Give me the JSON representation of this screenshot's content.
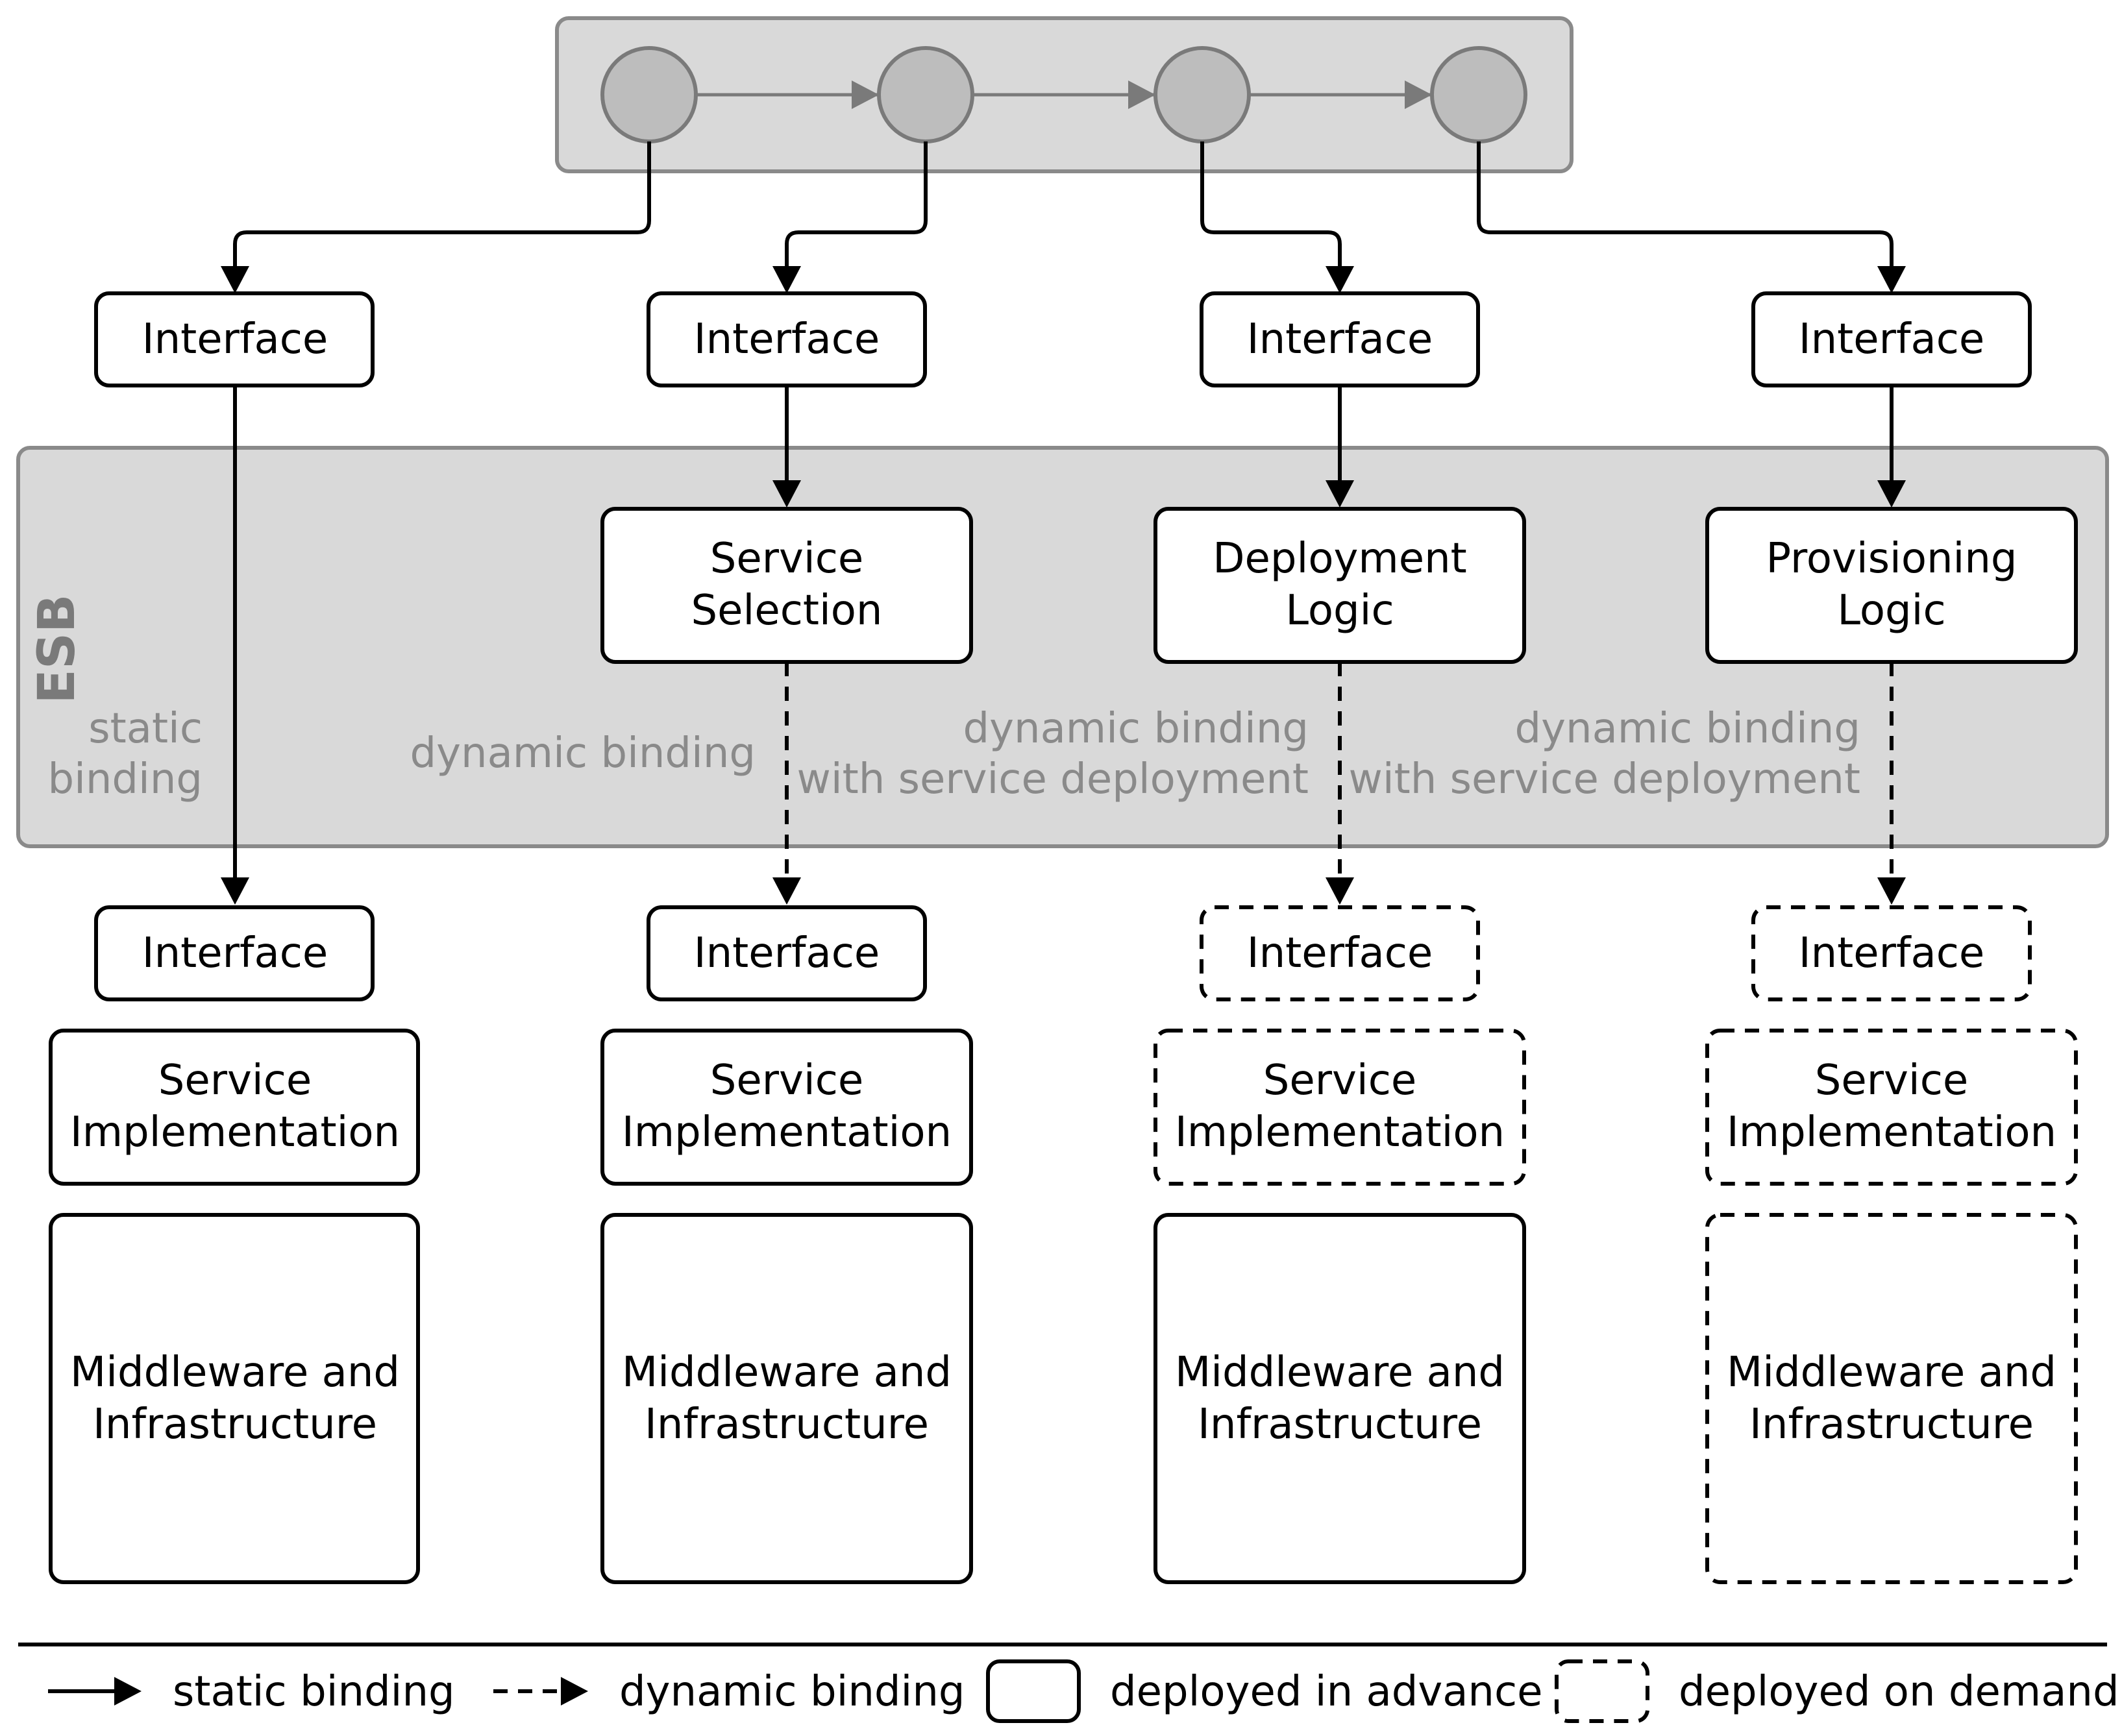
{
  "colors": {
    "line": "#000000",
    "panel_fill": "#d9d9d9",
    "panel_stroke": "#8a8a8a",
    "node_fill": "#bdbdbd",
    "node_stroke": "#7a7a7a",
    "esb_label": "#7a7a7a",
    "binding_label": "#8a8a8a"
  },
  "esb": {
    "label": "ESB"
  },
  "columns": [
    {
      "top_interface": "Interface",
      "logic": [],
      "binding_label": [
        "static",
        "binding"
      ],
      "binding_type": "static",
      "bottom_interface": "Interface",
      "service_impl": [
        "Service",
        "Implementation"
      ],
      "middleware": [
        "Middleware and",
        "Infrastructure"
      ],
      "deployment": "advance"
    },
    {
      "top_interface": "Interface",
      "logic": [
        "Service",
        "Selection"
      ],
      "binding_label": [
        "dynamic binding"
      ],
      "binding_type": "dynamic",
      "bottom_interface": "Interface",
      "service_impl": [
        "Service",
        "Implementation"
      ],
      "middleware": [
        "Middleware and",
        "Infrastructure"
      ],
      "deployment": "advance"
    },
    {
      "top_interface": "Interface",
      "logic": [
        "Deployment",
        "Logic"
      ],
      "binding_label": [
        "dynamic binding",
        "with service deployment"
      ],
      "binding_type": "dynamic",
      "bottom_interface": "Interface",
      "service_impl": [
        "Service",
        "Implementation"
      ],
      "middleware": [
        "Middleware and",
        "Infrastructure"
      ],
      "deployment": "partial"
    },
    {
      "top_interface": "Interface",
      "logic": [
        "Provisioning",
        "Logic"
      ],
      "binding_label": [
        "dynamic binding",
        "with service deployment"
      ],
      "binding_type": "dynamic",
      "bottom_interface": "Interface",
      "service_impl": [
        "Service",
        "Implementation"
      ],
      "middleware": [
        "Middleware and",
        "Infrastructure"
      ],
      "deployment": "demand"
    }
  ],
  "legend": {
    "static": "static binding",
    "dynamic": "dynamic binding",
    "advance": "deployed in advance",
    "demand": "deployed on demand"
  }
}
